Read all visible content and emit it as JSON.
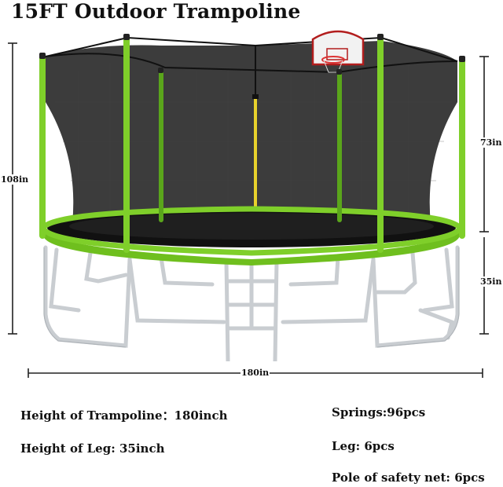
{
  "title": "15FT Outdoor Trampoline",
  "dimensions": {
    "total_height": "108in",
    "net_height": "73in",
    "leg_height": "35in",
    "diameter": "180in"
  },
  "specs": {
    "height_trampoline": "Height of Trampoline：180inch",
    "height_leg": "Height of Leg: 35inch",
    "springs": "Springs:96pcs",
    "leg": "Leg: 6pcs",
    "pole": "Pole of safety net: 6pcs"
  },
  "colors": {
    "frame_green": "#7fcf2a",
    "net": "#2b2b2b",
    "metal": "#cfd3d6"
  }
}
